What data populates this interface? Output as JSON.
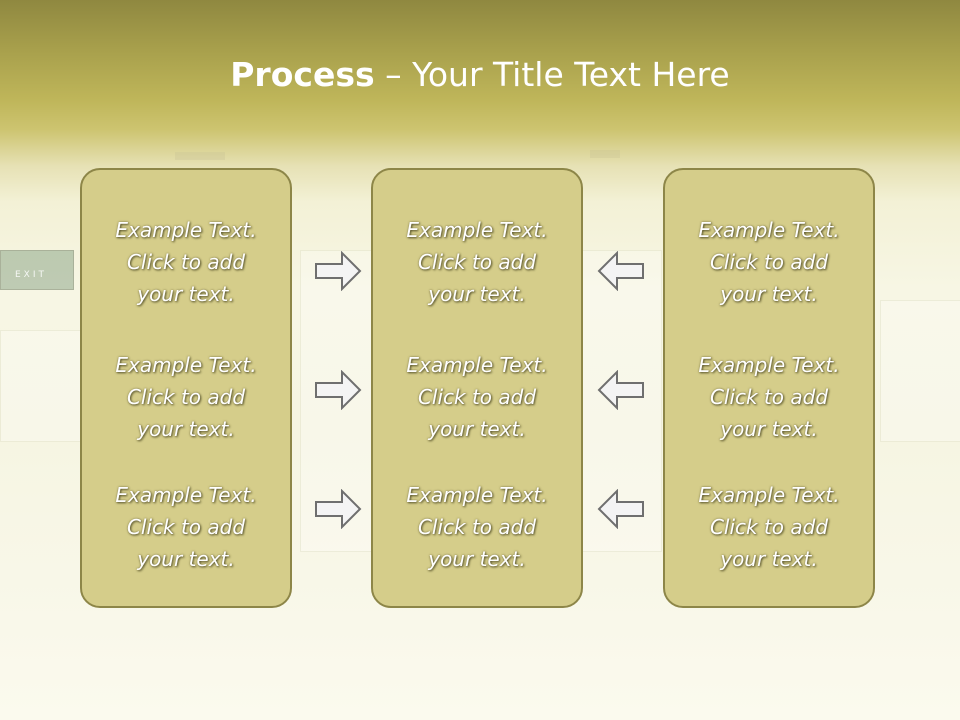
{
  "slide": {
    "title_bold": "Process",
    "title_rest": " – Your Title Text Here"
  },
  "colors": {
    "box_fill": "#d5cd8a",
    "box_border": "#8d8648",
    "arrow_fill": "#f4f4f4",
    "arrow_stroke": "#6f6f6f",
    "title_text": "#ffffff"
  },
  "columns": [
    {
      "cells": [
        {
          "line1": "Example Text.",
          "line2": "Click  to add",
          "line3": "your text."
        },
        {
          "line1": "Example Text.",
          "line2": "Click  to add",
          "line3": "your text."
        },
        {
          "line1": "Example Text.",
          "line2": "Click  to add",
          "line3": "your text."
        }
      ]
    },
    {
      "cells": [
        {
          "line1": "Example Text.",
          "line2": "Click  to add",
          "line3": "your text."
        },
        {
          "line1": "Example Text.",
          "line2": "Click  to add",
          "line3": "your text."
        },
        {
          "line1": "Example Text.",
          "line2": "Click  to add",
          "line3": "your text."
        }
      ]
    },
    {
      "cells": [
        {
          "line1": "Example Text.",
          "line2": "Click  to add",
          "line3": "your text."
        },
        {
          "line1": "Example Text.",
          "line2": "Click  to add",
          "line3": "your text."
        },
        {
          "line1": "Example Text.",
          "line2": "Click  to add",
          "line3": "your text."
        }
      ]
    }
  ],
  "arrows": {
    "left_group": [
      "right-arrow-icon",
      "right-arrow-icon",
      "right-arrow-icon"
    ],
    "right_group": [
      "left-arrow-icon",
      "left-arrow-icon",
      "left-arrow-icon"
    ]
  },
  "background": {
    "exit_sign_text": "EXIT"
  }
}
